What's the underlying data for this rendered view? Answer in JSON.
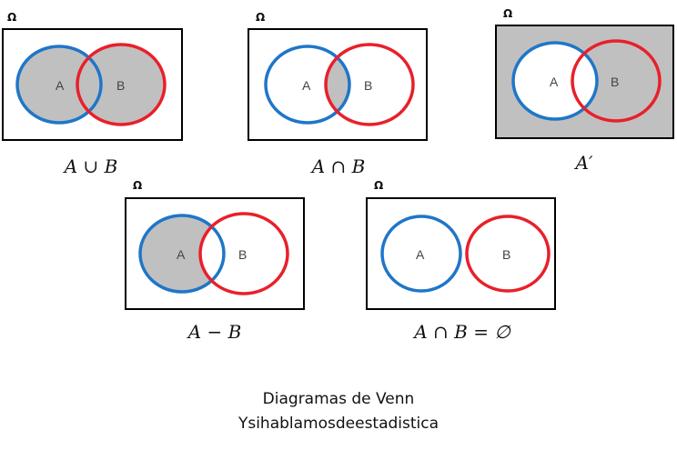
{
  "colors": {
    "set_a": "#1f76c8",
    "set_b": "#e8202a",
    "shade": "#c0c0c0",
    "frame": "#000000"
  },
  "universe_symbol": "Ω",
  "set_a_label": "A",
  "set_b_label": "B",
  "diagrams": [
    {
      "id": "union",
      "caption": "A ∪ B",
      "shaded": "A∪B"
    },
    {
      "id": "intersection",
      "caption": "A ∩ B",
      "shaded": "A∩B"
    },
    {
      "id": "complement",
      "caption": "A′",
      "shaded": "not A"
    },
    {
      "id": "difference",
      "caption": "A − B",
      "shaded": "A−B"
    },
    {
      "id": "disjoint",
      "caption": "A ∩ B = ∅",
      "shaded": "none"
    }
  ],
  "footer": {
    "title": "Diagramas de Venn",
    "credit": "Ysihablamosdeestadistica"
  }
}
